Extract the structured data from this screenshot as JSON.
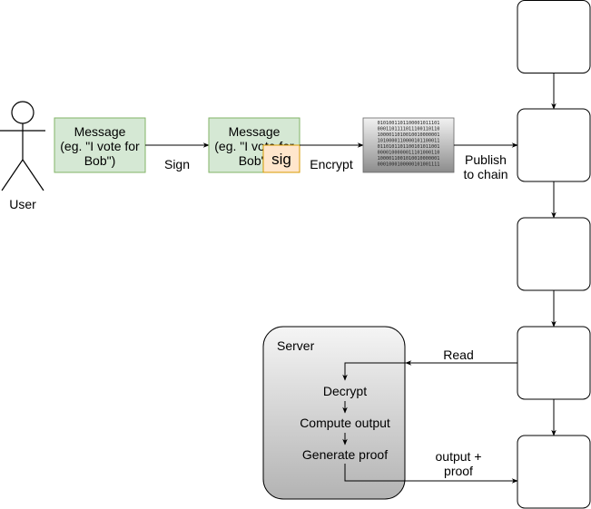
{
  "actor": {
    "label": "User"
  },
  "message_box": {
    "lines": [
      "Message",
      "(eg. \"I vote for",
      "Bob\")"
    ]
  },
  "signed_message_box": {
    "lines": [
      "Message",
      "(eg. \"I vote for",
      "Bob\")"
    ],
    "sig_label": "sig"
  },
  "ciphertext": {
    "lines": [
      "0101001101100001011101",
      "0001101111011100110110",
      "1000011010010010000001",
      "1010000110000101100011",
      "0110101101100101011001",
      "0000100000011101000110",
      "1000011001010010000001",
      "0001000100000101001111"
    ]
  },
  "edges": {
    "sign": "Sign",
    "encrypt": "Encrypt",
    "publish": [
      "Publish",
      "to chain"
    ],
    "read": "Read",
    "output_proof": [
      "output +",
      "proof"
    ]
  },
  "server": {
    "title": "Server",
    "steps": [
      "Decrypt",
      "Compute output",
      "Generate proof"
    ]
  },
  "chain": {
    "block_count": 5
  },
  "colors": {
    "message_fill": "#d5e8d4",
    "message_stroke": "#82b366",
    "sig_fill": "#ffe6cc",
    "sig_stroke": "#d79b00",
    "server_fill_top": "#f5f5f5",
    "server_fill_bottom": "#b3b3b3",
    "stroke": "#000000"
  }
}
